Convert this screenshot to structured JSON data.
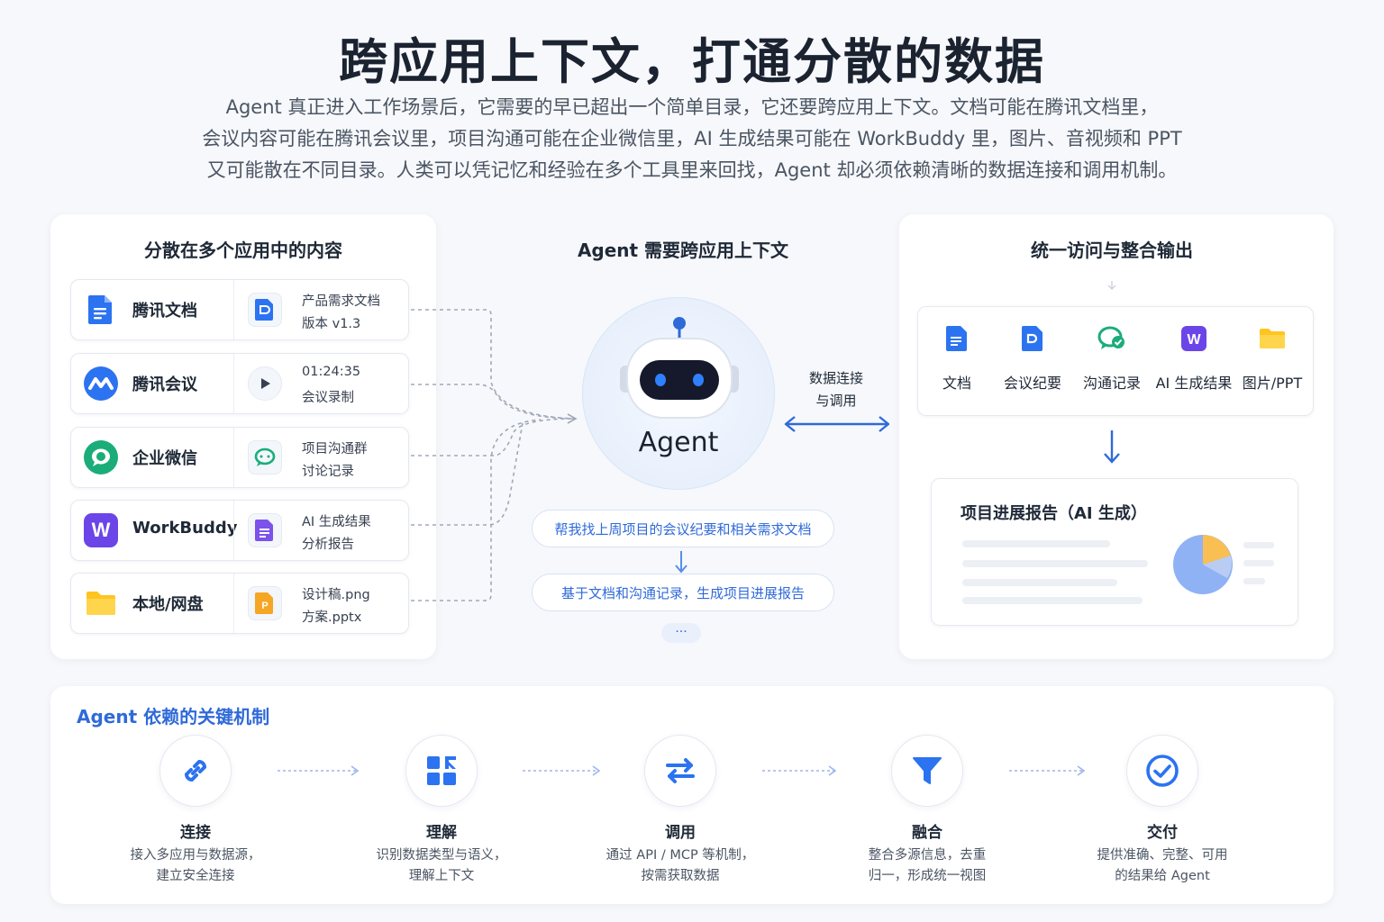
{
  "header": {
    "title": "跨应用上下文，打通分散的数据",
    "desc_lines": [
      "Agent 真正进入工作场景后，它需要的早已超出一个简单目录，它还要跨应用上下文。文档可能在腾讯文档里，",
      "会议内容可能在腾讯会议里，项目沟通可能在企业微信里，AI 生成结果可能在 WorkBuddy 里，图片、音视频和 PPT",
      "又可能散在不同目录。人类可以凭记忆和经验在多个工具里来回找，Agent 却必须依赖清晰的数据连接和调用机制。"
    ]
  },
  "left": {
    "title": "分散在多个应用中的内容",
    "apps": [
      {
        "name": "腾讯文档",
        "icon": "tencent-docs-icon",
        "file_icon": "doc-file-icon",
        "file_line1": "产品需求文档",
        "file_line2": "版本 v1.3"
      },
      {
        "name": "腾讯会议",
        "icon": "tencent-meeting-icon",
        "file_icon": "play-icon",
        "file_line1": "01:24:35",
        "file_line2": "会议录制"
      },
      {
        "name": "企业微信",
        "icon": "wecom-icon",
        "file_icon": "chat-icon",
        "file_line1": "项目沟通群",
        "file_line2": "讨论记录"
      },
      {
        "name": "WorkBuddy",
        "icon": "workbuddy-icon",
        "file_icon": "report-file-icon",
        "file_line1": "AI 生成结果",
        "file_line2": "分析报告"
      },
      {
        "name": "本地/网盘",
        "icon": "folder-icon",
        "file_icon": "pptx-file-icon",
        "file_line1": "设计稿.png",
        "file_line2": "方案.pptx"
      }
    ]
  },
  "center": {
    "title": "Agent 需要跨应用上下文",
    "agent_label": "Agent",
    "link_label_1": "数据连接",
    "link_label_2": "与调用",
    "query_1": "帮我找上周项目的会议纪要和相关需求文档",
    "query_2": "基于文档和沟通记录，生成项目进展报告",
    "more": "···"
  },
  "right": {
    "title": "统一访问与整合输出",
    "items": [
      {
        "label": "文档",
        "icon": "doc-icon"
      },
      {
        "label": "会议纪要",
        "icon": "meeting-notes-icon"
      },
      {
        "label": "沟通记录",
        "icon": "chat-record-icon"
      },
      {
        "label": "AI 生成结果",
        "icon": "workbuddy-w-icon"
      },
      {
        "label": "图片/PPT",
        "icon": "folder-icon"
      }
    ],
    "report_title": "项目进展报告（AI 生成）"
  },
  "mechanism": {
    "title": "Agent 依赖的关键机制",
    "steps": [
      {
        "name": "连接",
        "icon": "link-icon",
        "desc1": "接入多应用与数据源，",
        "desc2": "建立安全连接"
      },
      {
        "name": "理解",
        "icon": "grid-icon",
        "desc1": "识别数据类型与语义，",
        "desc2": "理解上下文"
      },
      {
        "name": "调用",
        "icon": "swap-icon",
        "desc1": "通过 API / MCP 等机制，",
        "desc2": "按需获取数据"
      },
      {
        "name": "融合",
        "icon": "funnel-icon",
        "desc1": "整合多源信息，去重",
        "desc2": "归一，形成统一视图"
      },
      {
        "name": "交付",
        "icon": "check-circle-icon",
        "desc1": "提供准确、完整、可用",
        "desc2": "的结果给 Agent"
      }
    ]
  },
  "colors": {
    "accent": "#2f6ad9",
    "icon_blue": "#2b73f0",
    "green": "#1aad7a",
    "purple": "#6b45e8",
    "yellow": "#ffc51f",
    "dark_text": "#1b2230"
  }
}
